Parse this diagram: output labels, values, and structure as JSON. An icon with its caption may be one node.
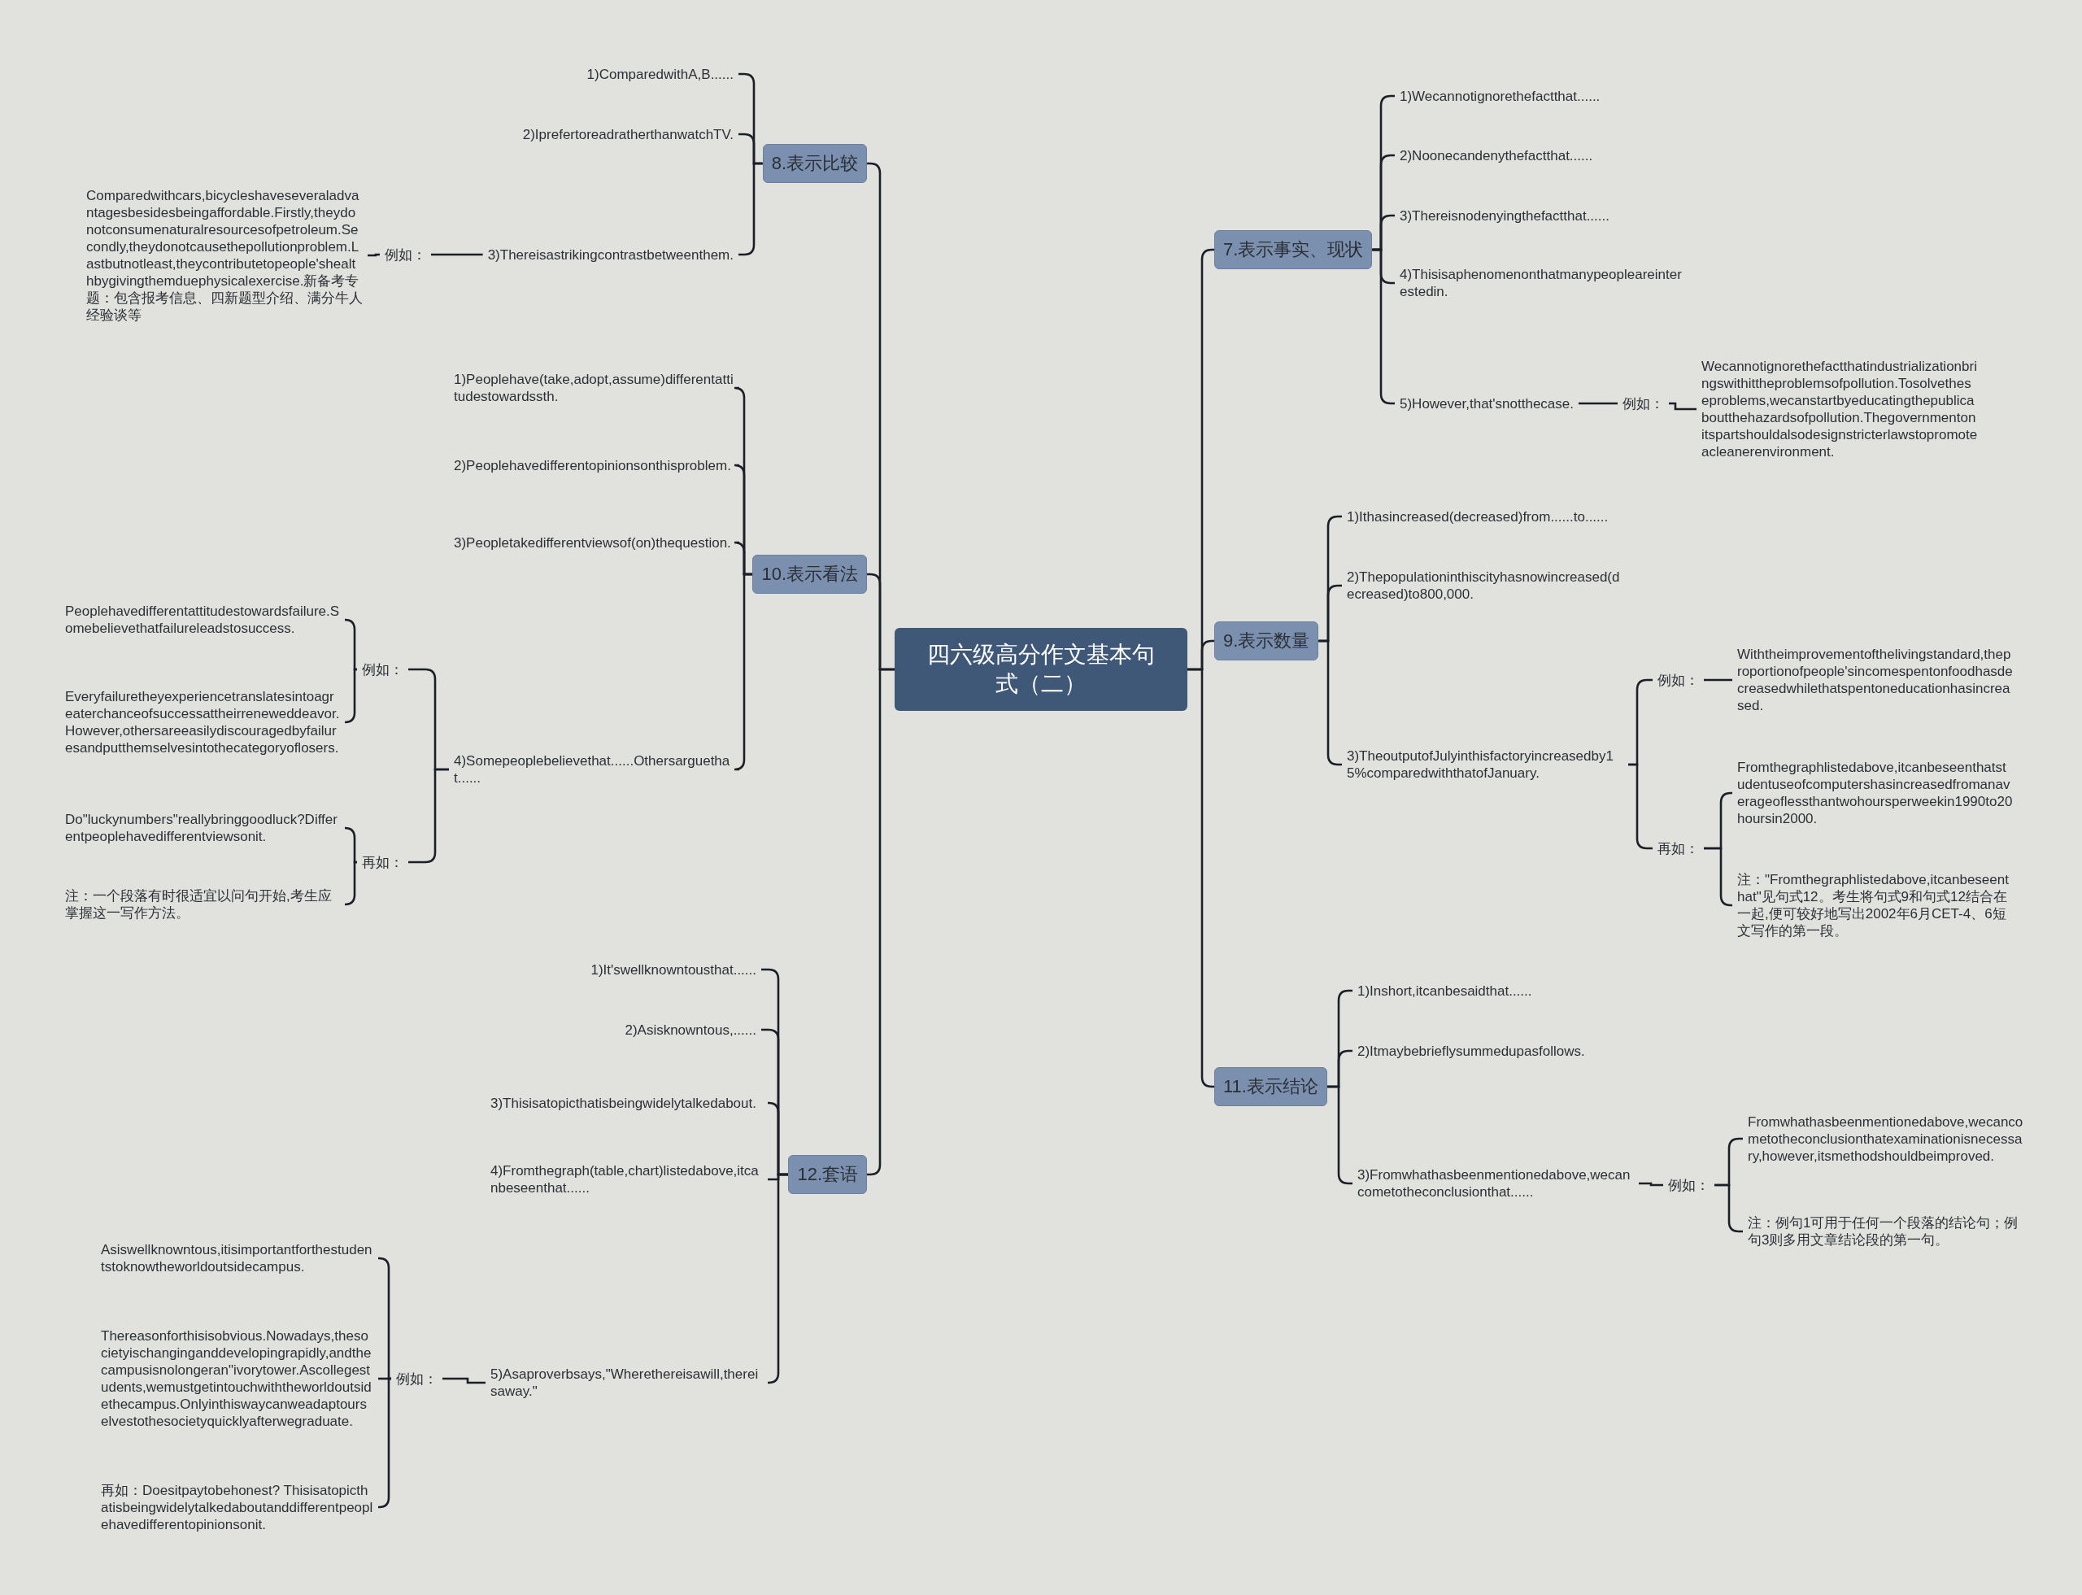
{
  "diagram": {
    "nodes": [
      {
        "text": [
          "四六级高分作文基本句式（二）"
        ]
      },
      {
        "text": [
          "8.表示比较"
        ]
      },
      {
        "text": [
          "1)ComparedwithA,B......"
        ]
      },
      {
        "text": [
          "2)IprefertoreadratherthanwatchTV."
        ]
      },
      {
        "text": [
          "3)Thereisastrikingcontrastbetweenthem."
        ]
      },
      {
        "text": [
          "例如："
        ]
      },
      {
        "text": [
          "Comparedwithcars,bicycleshaveseveraladvantagesbesidesbeingaffordable.Firstly,theydonotconsumenaturalresourcesofpetroleum.Secondly,theydonotcausethepollutionproblem.Lastbutnotleast,theycontributetopeople'shealthbygivingthemduephysicalexercise.新备考专题：包含报考信息、四新题型介绍、满分牛人经验谈等"
        ]
      },
      {
        "text": [
          "10.表示看法"
        ]
      },
      {
        "text": [
          "1)Peoplehave(take,adopt,assume)differentattitudestowardssth."
        ]
      },
      {
        "text": [
          "2)Peoplehavedifferentopinionsonthisproblem."
        ]
      },
      {
        "text": [
          "3)Peopletakedifferentviewsof(on)thequestion."
        ]
      },
      {
        "text": [
          "4)Somepeoplebelievethat......Othersarguethat......"
        ]
      },
      {
        "text": [
          "例如："
        ]
      },
      {
        "text": [
          "Peoplehavedifferentattitudestowardsfailure.Somebelievethatfailureleadstosuccess."
        ]
      },
      {
        "text": [
          "Everyfailuretheyexperiencetranslatesintoagreaterchanceofsuccessattheirreneweddeavor.However,othersareeasilydiscouragedbyfailuresandputthemselvesintothecategoryoflosers."
        ]
      },
      {
        "text": [
          "再如："
        ]
      },
      {
        "text": [
          "Do\"luckynumbers\"reallybringgoodluck?Differentpeoplehavedifferentviewsonit."
        ]
      },
      {
        "text": [
          "注：一个段落有时很适宜以问句开始,考生应掌握这一写作方法。"
        ]
      },
      {
        "text": [
          "12.套语"
        ]
      },
      {
        "text": [
          "1)It'swellknowntousthat......"
        ]
      },
      {
        "text": [
          "2)Asisknowntous,......"
        ]
      },
      {
        "text": [
          "3)Thisisatopicthatisbeingwidelytalkedabout."
        ]
      },
      {
        "text": [
          "4)Fromthegraph(table,chart)listedabove,itcanbeseenthat......"
        ]
      },
      {
        "text": [
          "5)Asaproverbsays,\"Wherethereisawill,thereisaway.\""
        ]
      },
      {
        "text": [
          "例如："
        ]
      },
      {
        "text": [
          "Asiswellknowntous,itisimportantforthestudentstoknowtheworldoutsidecampus."
        ]
      },
      {
        "text": [
          "Thereasonforthisisobvious.Nowadays,thesocietyischanginganddevelopingrapidly,andthecampusisnolongeran\"ivorytower.Ascollegestudents,wemustgetintouchwiththeworldoutsidethecampus.Onlyinthiswaycanweadaptourselvestothesocietyquicklyafterwegraduate."
        ]
      },
      {
        "text": [
          "再如：Doesitpaytobehonest? Thisisatopicthatisbeingwidelytalkedaboutanddifferentpeoplehavedifferentopinionsonit."
        ]
      },
      {
        "text": [
          "7.表示事实、现状"
        ]
      },
      {
        "text": [
          "1)Wecannotignorethefactthat......"
        ]
      },
      {
        "text": [
          "2)Noonecandenythefactthat......"
        ]
      },
      {
        "text": [
          "3)Thereisnodenyingthefactthat......"
        ]
      },
      {
        "text": [
          "4)Thisisaphenomenonthatmanypeopleareinterestedin."
        ]
      },
      {
        "text": [
          "5)However,that'snotthecase."
        ]
      },
      {
        "text": [
          "例如："
        ]
      },
      {
        "text": [
          "Wecannotignorethefactthatindustrializationbringswithittheproblemsofpollution.Tosolvetheseproblems,wecanstartbyeducatingthepublicaboutthehazardsofpollution.Thegovernmentonitspartshouldalsodesignstricterlawstopromoteacleanerenvironment."
        ]
      },
      {
        "text": [
          "9.表示数量"
        ]
      },
      {
        "text": [
          "1)Ithasincreased(decreased)from......to......"
        ]
      },
      {
        "text": [
          "2)Thepopulationinthiscityhasnowincreased(decreased)to800,000."
        ]
      },
      {
        "text": [
          "3)TheoutputofJulyinthisfactoryincreasedby15%comparedwiththatofJanuary."
        ]
      },
      {
        "text": [
          "例如："
        ]
      },
      {
        "text": [
          "Withtheimprovementofthelivingstandard,theproportionofpeople'sincomespentonfoodhasdecreasedwhilethatspentoneducationhasincreased."
        ]
      },
      {
        "text": [
          "再如："
        ]
      },
      {
        "text": [
          "Fromthegraphlistedabove,itcanbeseenthatstudentuseofcomputershasincreasedfromanaverageoflessthantwohoursperweekin1990to20hoursin2000."
        ]
      },
      {
        "text": [
          "注：\"Fromthegraphlistedabove,itcanbeseenthat\"见句式12。考生将句式9和句式12结合在一起,便可较好地写出2002年6月CET-4、6短文写作的第一段。"
        ]
      },
      {
        "text": [
          "11.表示结论"
        ]
      },
      {
        "text": [
          "1)Inshort,itcanbesaidthat......"
        ]
      },
      {
        "text": [
          "2)Itmaybebrieflysummedupasfollows."
        ]
      },
      {
        "text": [
          "3)Fromwhathasbeenmentionedabove,wecancometotheconclusionthat......"
        ]
      },
      {
        "text": [
          "例如："
        ]
      },
      {
        "text": [
          "Fromwhathasbeenmentionedabove,wecancometotheconclusionthatexaminationisnecessary,however,itsmethodshouldbeimproved."
        ]
      },
      {
        "text": [
          "注：例句1可用于任何一个段落的结论句；例句3则多用文章结论段的第一句。"
        ]
      }
    ],
    "edges": [
      {
        "from": 0,
        "to": 1,
        "arrow": "none"
      },
      {
        "from": 1,
        "to": 2,
        "arrow": "none"
      },
      {
        "from": 1,
        "to": 3,
        "arrow": "none"
      },
      {
        "from": 1,
        "to": 4,
        "arrow": "none"
      },
      {
        "from": 4,
        "to": 5,
        "arrow": "none"
      },
      {
        "from": 5,
        "to": 6,
        "arrow": "none"
      },
      {
        "from": 0,
        "to": 7,
        "arrow": "none"
      },
      {
        "from": 7,
        "to": 8,
        "arrow": "none"
      },
      {
        "from": 7,
        "to": 9,
        "arrow": "none"
      },
      {
        "from": 7,
        "to": 10,
        "arrow": "none"
      },
      {
        "from": 7,
        "to": 11,
        "arrow": "none"
      },
      {
        "from": 11,
        "to": 12,
        "arrow": "none"
      },
      {
        "from": 12,
        "to": 13,
        "arrow": "none"
      },
      {
        "from": 12,
        "to": 14,
        "arrow": "none"
      },
      {
        "from": 11,
        "to": 15,
        "arrow": "none"
      },
      {
        "from": 15,
        "to": 16,
        "arrow": "none"
      },
      {
        "from": 15,
        "to": 17,
        "arrow": "none"
      },
      {
        "from": 0,
        "to": 18,
        "arrow": "none"
      },
      {
        "from": 18,
        "to": 19,
        "arrow": "none"
      },
      {
        "from": 18,
        "to": 20,
        "arrow": "none"
      },
      {
        "from": 18,
        "to": 21,
        "arrow": "none"
      },
      {
        "from": 18,
        "to": 22,
        "arrow": "none"
      },
      {
        "from": 18,
        "to": 23,
        "arrow": "none"
      },
      {
        "from": 23,
        "to": 24,
        "arrow": "none"
      },
      {
        "from": 24,
        "to": 25,
        "arrow": "none"
      },
      {
        "from": 24,
        "to": 26,
        "arrow": "none"
      },
      {
        "from": 24,
        "to": 27,
        "arrow": "none"
      },
      {
        "from": 0,
        "to": 28,
        "arrow": "none"
      },
      {
        "from": 28,
        "to": 29,
        "arrow": "none"
      },
      {
        "from": 28,
        "to": 30,
        "arrow": "none"
      },
      {
        "from": 28,
        "to": 31,
        "arrow": "none"
      },
      {
        "from": 28,
        "to": 32,
        "arrow": "none"
      },
      {
        "from": 28,
        "to": 33,
        "arrow": "none"
      },
      {
        "from": 33,
        "to": 34,
        "arrow": "none"
      },
      {
        "from": 34,
        "to": 35,
        "arrow": "none"
      },
      {
        "from": 0,
        "to": 36,
        "arrow": "none"
      },
      {
        "from": 36,
        "to": 37,
        "arrow": "none"
      },
      {
        "from": 36,
        "to": 38,
        "arrow": "none"
      },
      {
        "from": 36,
        "to": 39,
        "arrow": "none"
      },
      {
        "from": 39,
        "to": 40,
        "arrow": "none"
      },
      {
        "from": 40,
        "to": 41,
        "arrow": "none"
      },
      {
        "from": 39,
        "to": 42,
        "arrow": "none"
      },
      {
        "from": 42,
        "to": 43,
        "arrow": "none"
      },
      {
        "from": 42,
        "to": 44,
        "arrow": "none"
      },
      {
        "from": 0,
        "to": 45,
        "arrow": "none"
      },
      {
        "from": 45,
        "to": 46,
        "arrow": "none"
      },
      {
        "from": 45,
        "to": 47,
        "arrow": "none"
      },
      {
        "from": 45,
        "to": 48,
        "arrow": "none"
      },
      {
        "from": 48,
        "to": 49,
        "arrow": "none"
      },
      {
        "from": 49,
        "to": 50,
        "arrow": "none"
      },
      {
        "from": 49,
        "to": 51,
        "arrow": "none"
      }
    ]
  }
}
